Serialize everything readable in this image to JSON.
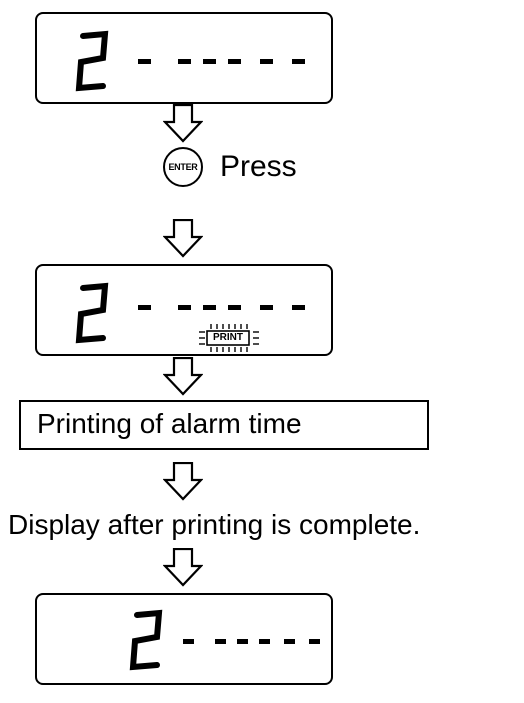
{
  "lcd_states": [
    {
      "digit": "2",
      "dashes": "- --- - -",
      "indicator": ""
    },
    {
      "digit": "2",
      "dashes": "- --- - -",
      "indicator": "PRINT"
    },
    {
      "digit": "2",
      "dashes": "- --- - -",
      "indicator": ""
    }
  ],
  "enter_button": {
    "label": "ENTER"
  },
  "press_label": "Press",
  "status_box": "Printing of alarm time",
  "caption": "Display after printing is complete.",
  "icons": {
    "arrow": "down-arrow-icon",
    "print_indicator": "print-blink-icon"
  },
  "colors": {
    "ink": "#000000",
    "background": "#ffffff"
  }
}
